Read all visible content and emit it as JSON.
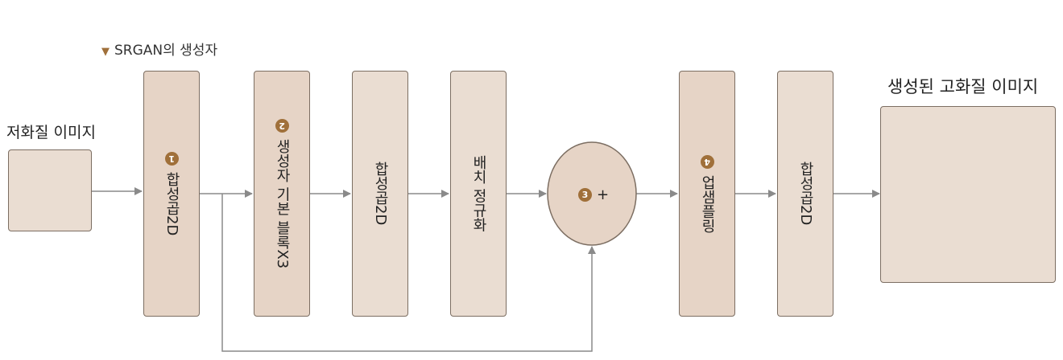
{
  "caption": {
    "marker": "▼",
    "text": "SRGAN의 생성자"
  },
  "input_label": "저화질 이미지",
  "output_label": "생성된 고화질 이미지",
  "blocks": [
    {
      "num": "1",
      "label": "합성곱2D"
    },
    {
      "num": "2",
      "label": "생성자 기본 블록X3"
    },
    {
      "num": "",
      "label": "합성곱2D"
    },
    {
      "num": "",
      "label": "배치 정규화"
    },
    {
      "num": "4",
      "label": "업샘플링"
    },
    {
      "num": "",
      "label": "합성곱2D"
    }
  ],
  "sum": {
    "num": "3",
    "symbol": "+"
  },
  "colors": {
    "block_dark": "#e6d4c6",
    "block_light": "#eaddd2",
    "accent": "#a0703a",
    "arrow": "#8a8a8a"
  }
}
